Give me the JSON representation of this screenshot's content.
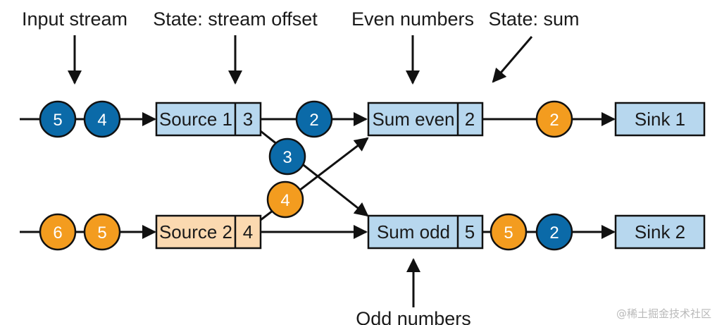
{
  "labels": {
    "input_stream": "Input stream",
    "state_offset": "State: stream offset",
    "even_numbers": "Even numbers",
    "state_sum": "State: sum",
    "odd_numbers": "Odd numbers"
  },
  "operators": {
    "source1": {
      "name": "Source 1",
      "state": "3"
    },
    "source2": {
      "name": "Source 2",
      "state": "4"
    },
    "sum_even": {
      "name": "Sum even",
      "state": "2"
    },
    "sum_odd": {
      "name": "Sum odd",
      "state": "5"
    },
    "sink1": {
      "name": "Sink 1"
    },
    "sink2": {
      "name": "Sink 2"
    }
  },
  "events": {
    "in1_a": "5",
    "in1_b": "4",
    "in2_a": "6",
    "in2_b": "5",
    "s1_to_even": "2",
    "s1_to_odd": "3",
    "s2_to_even": "4",
    "even_out": "2",
    "odd_out_a": "5",
    "odd_out_b": "2"
  },
  "colors": {
    "blue_event": "#0b6aa8",
    "orange_event": "#f39c1f",
    "box_blue": "#b7d7ee",
    "box_peach": "#fbd9b0"
  },
  "watermark": "@稀土掘金技术社区"
}
